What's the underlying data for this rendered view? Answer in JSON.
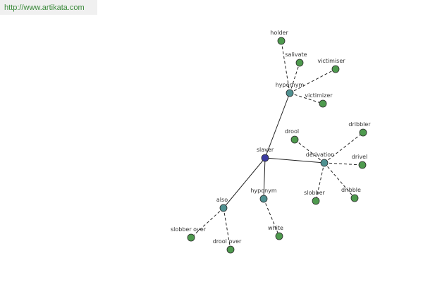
{
  "site": {
    "url": "http://www.artikata.com"
  },
  "colors": {
    "root_fill": "#3b3ba0",
    "relation_fill": "#4f9191",
    "leaf_fill": "#4e9a4e",
    "node_stroke": "#2a2a2a",
    "edge": "#222222",
    "label": "#333333",
    "site_link": "#3a8a3a"
  },
  "nodes": [
    {
      "id": "slaver",
      "label": "slaver",
      "kind": "root"
    },
    {
      "id": "hypernym",
      "label": "hypernym",
      "kind": "relation"
    },
    {
      "id": "derivation",
      "label": "derivation",
      "kind": "relation"
    },
    {
      "id": "hyponym",
      "label": "hyponym",
      "kind": "relation"
    },
    {
      "id": "also",
      "label": "also",
      "kind": "relation"
    },
    {
      "id": "holder",
      "label": "holder",
      "kind": "leaf"
    },
    {
      "id": "salivate",
      "label": "salivate",
      "kind": "leaf"
    },
    {
      "id": "victimiser",
      "label": "victimiser",
      "kind": "leaf"
    },
    {
      "id": "victimizer",
      "label": "victimizer",
      "kind": "leaf"
    },
    {
      "id": "drool",
      "label": "drool",
      "kind": "leaf"
    },
    {
      "id": "dribbler",
      "label": "dribbler",
      "kind": "leaf"
    },
    {
      "id": "drivel",
      "label": "drivel",
      "kind": "leaf"
    },
    {
      "id": "dribble",
      "label": "dribble",
      "kind": "leaf"
    },
    {
      "id": "slobber",
      "label": "slobber",
      "kind": "leaf"
    },
    {
      "id": "white",
      "label": "white",
      "kind": "leaf"
    },
    {
      "id": "slobber_over",
      "label": "slobber over",
      "kind": "leaf"
    },
    {
      "id": "drool_over",
      "label": "drool over",
      "kind": "leaf"
    }
  ],
  "edges": [
    {
      "from": "slaver",
      "to": "hypernym",
      "style": "solid"
    },
    {
      "from": "slaver",
      "to": "derivation",
      "style": "solid"
    },
    {
      "from": "slaver",
      "to": "hyponym",
      "style": "solid"
    },
    {
      "from": "slaver",
      "to": "also",
      "style": "solid"
    },
    {
      "from": "hypernym",
      "to": "holder",
      "style": "dashed"
    },
    {
      "from": "hypernym",
      "to": "salivate",
      "style": "dashed"
    },
    {
      "from": "hypernym",
      "to": "victimiser",
      "style": "dashed"
    },
    {
      "from": "hypernym",
      "to": "victimizer",
      "style": "dashed"
    },
    {
      "from": "derivation",
      "to": "drool",
      "style": "dashed"
    },
    {
      "from": "derivation",
      "to": "dribbler",
      "style": "dashed"
    },
    {
      "from": "derivation",
      "to": "drivel",
      "style": "dashed"
    },
    {
      "from": "derivation",
      "to": "dribble",
      "style": "dashed"
    },
    {
      "from": "derivation",
      "to": "slobber",
      "style": "dashed"
    },
    {
      "from": "hyponym",
      "to": "white",
      "style": "dashed"
    },
    {
      "from": "also",
      "to": "slobber_over",
      "style": "dashed"
    },
    {
      "from": "also",
      "to": "drool_over",
      "style": "dashed"
    }
  ]
}
